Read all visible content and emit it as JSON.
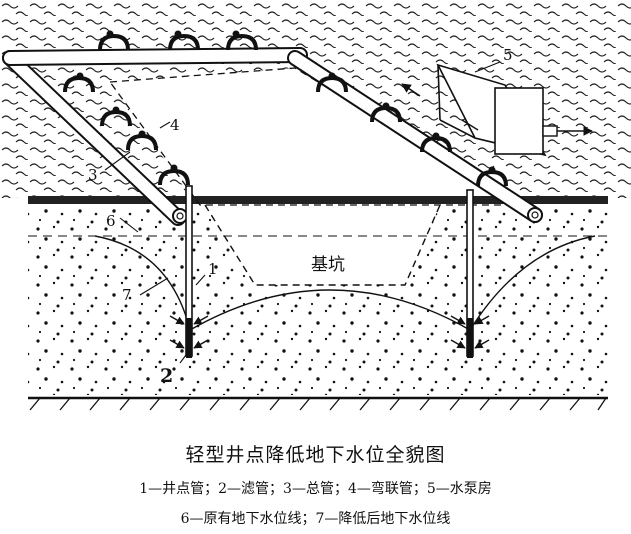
{
  "diagram": {
    "callouts": {
      "n1": "1",
      "n2": "2",
      "n3": "3",
      "n4": "4",
      "n5": "5",
      "n6": "6",
      "n7": "7"
    },
    "pit_label": "基坑",
    "title": "轻型井点降低地下水位全貌图",
    "legend_line1": "1—井点管；2—滤管；3—总管；4—弯联管；5—水泵房",
    "legend_line2": "6—原有地下水位线；7—降低后地下水位线"
  }
}
